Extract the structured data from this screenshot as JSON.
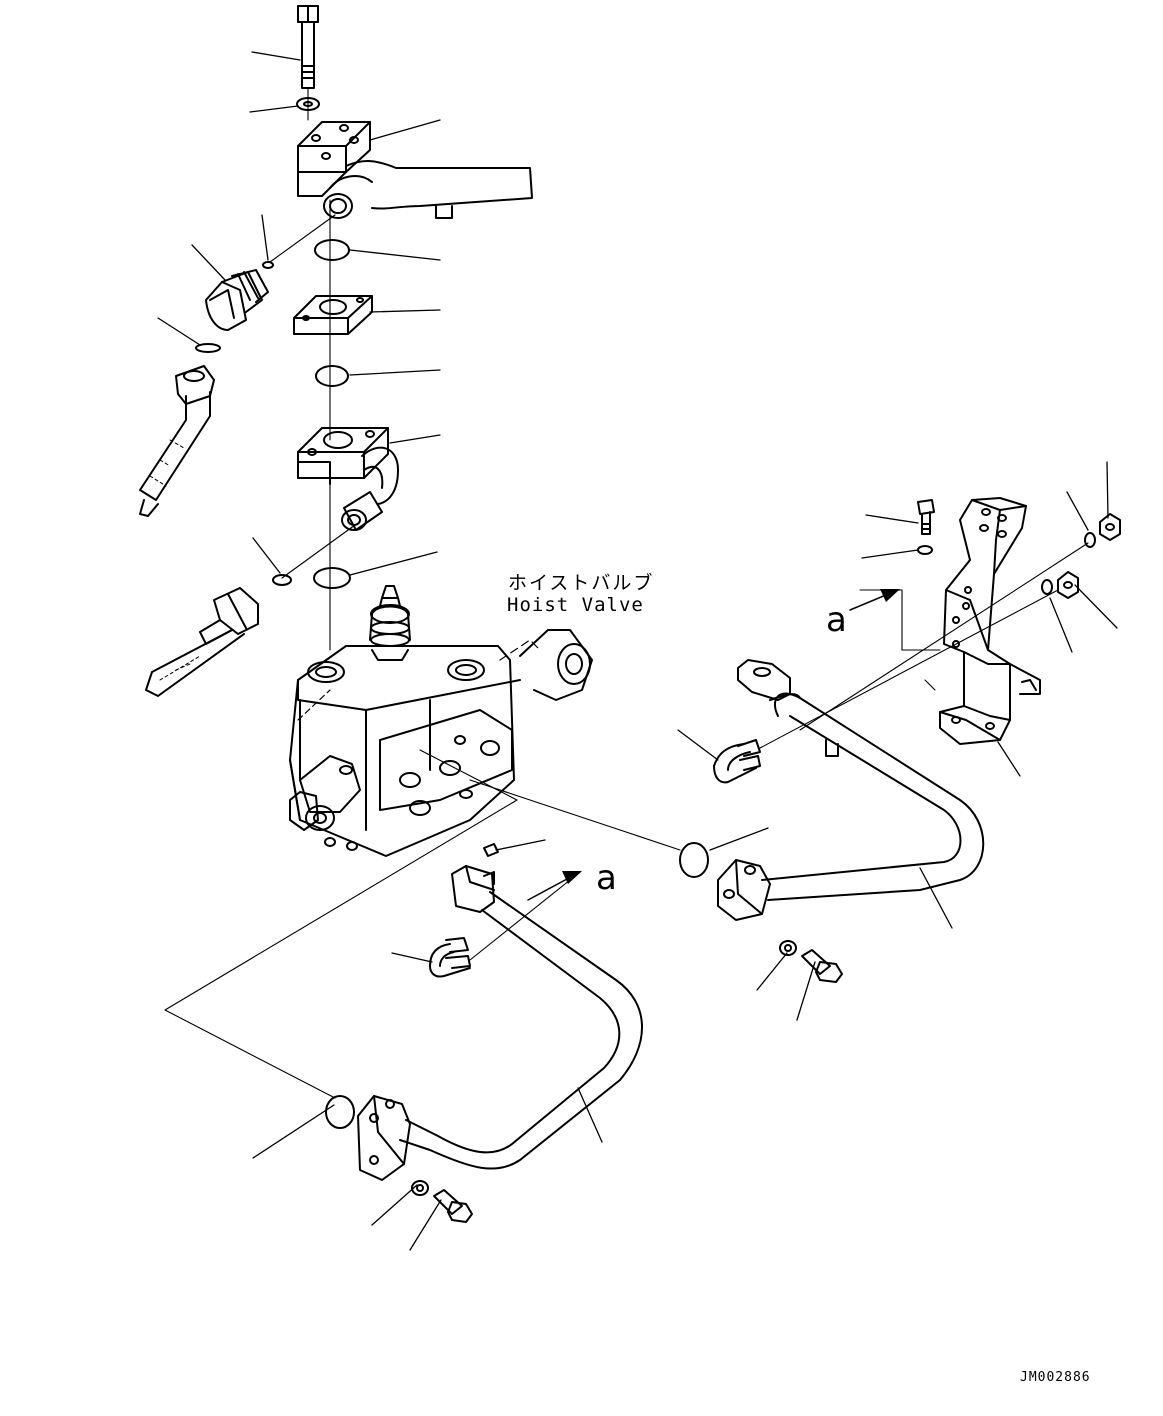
{
  "component_label": {
    "japanese": "ホイストバルブ",
    "english": "Hoist Valve"
  },
  "reference_marks": {
    "right": "a",
    "left": "a"
  },
  "drawing_code": "JM002886"
}
